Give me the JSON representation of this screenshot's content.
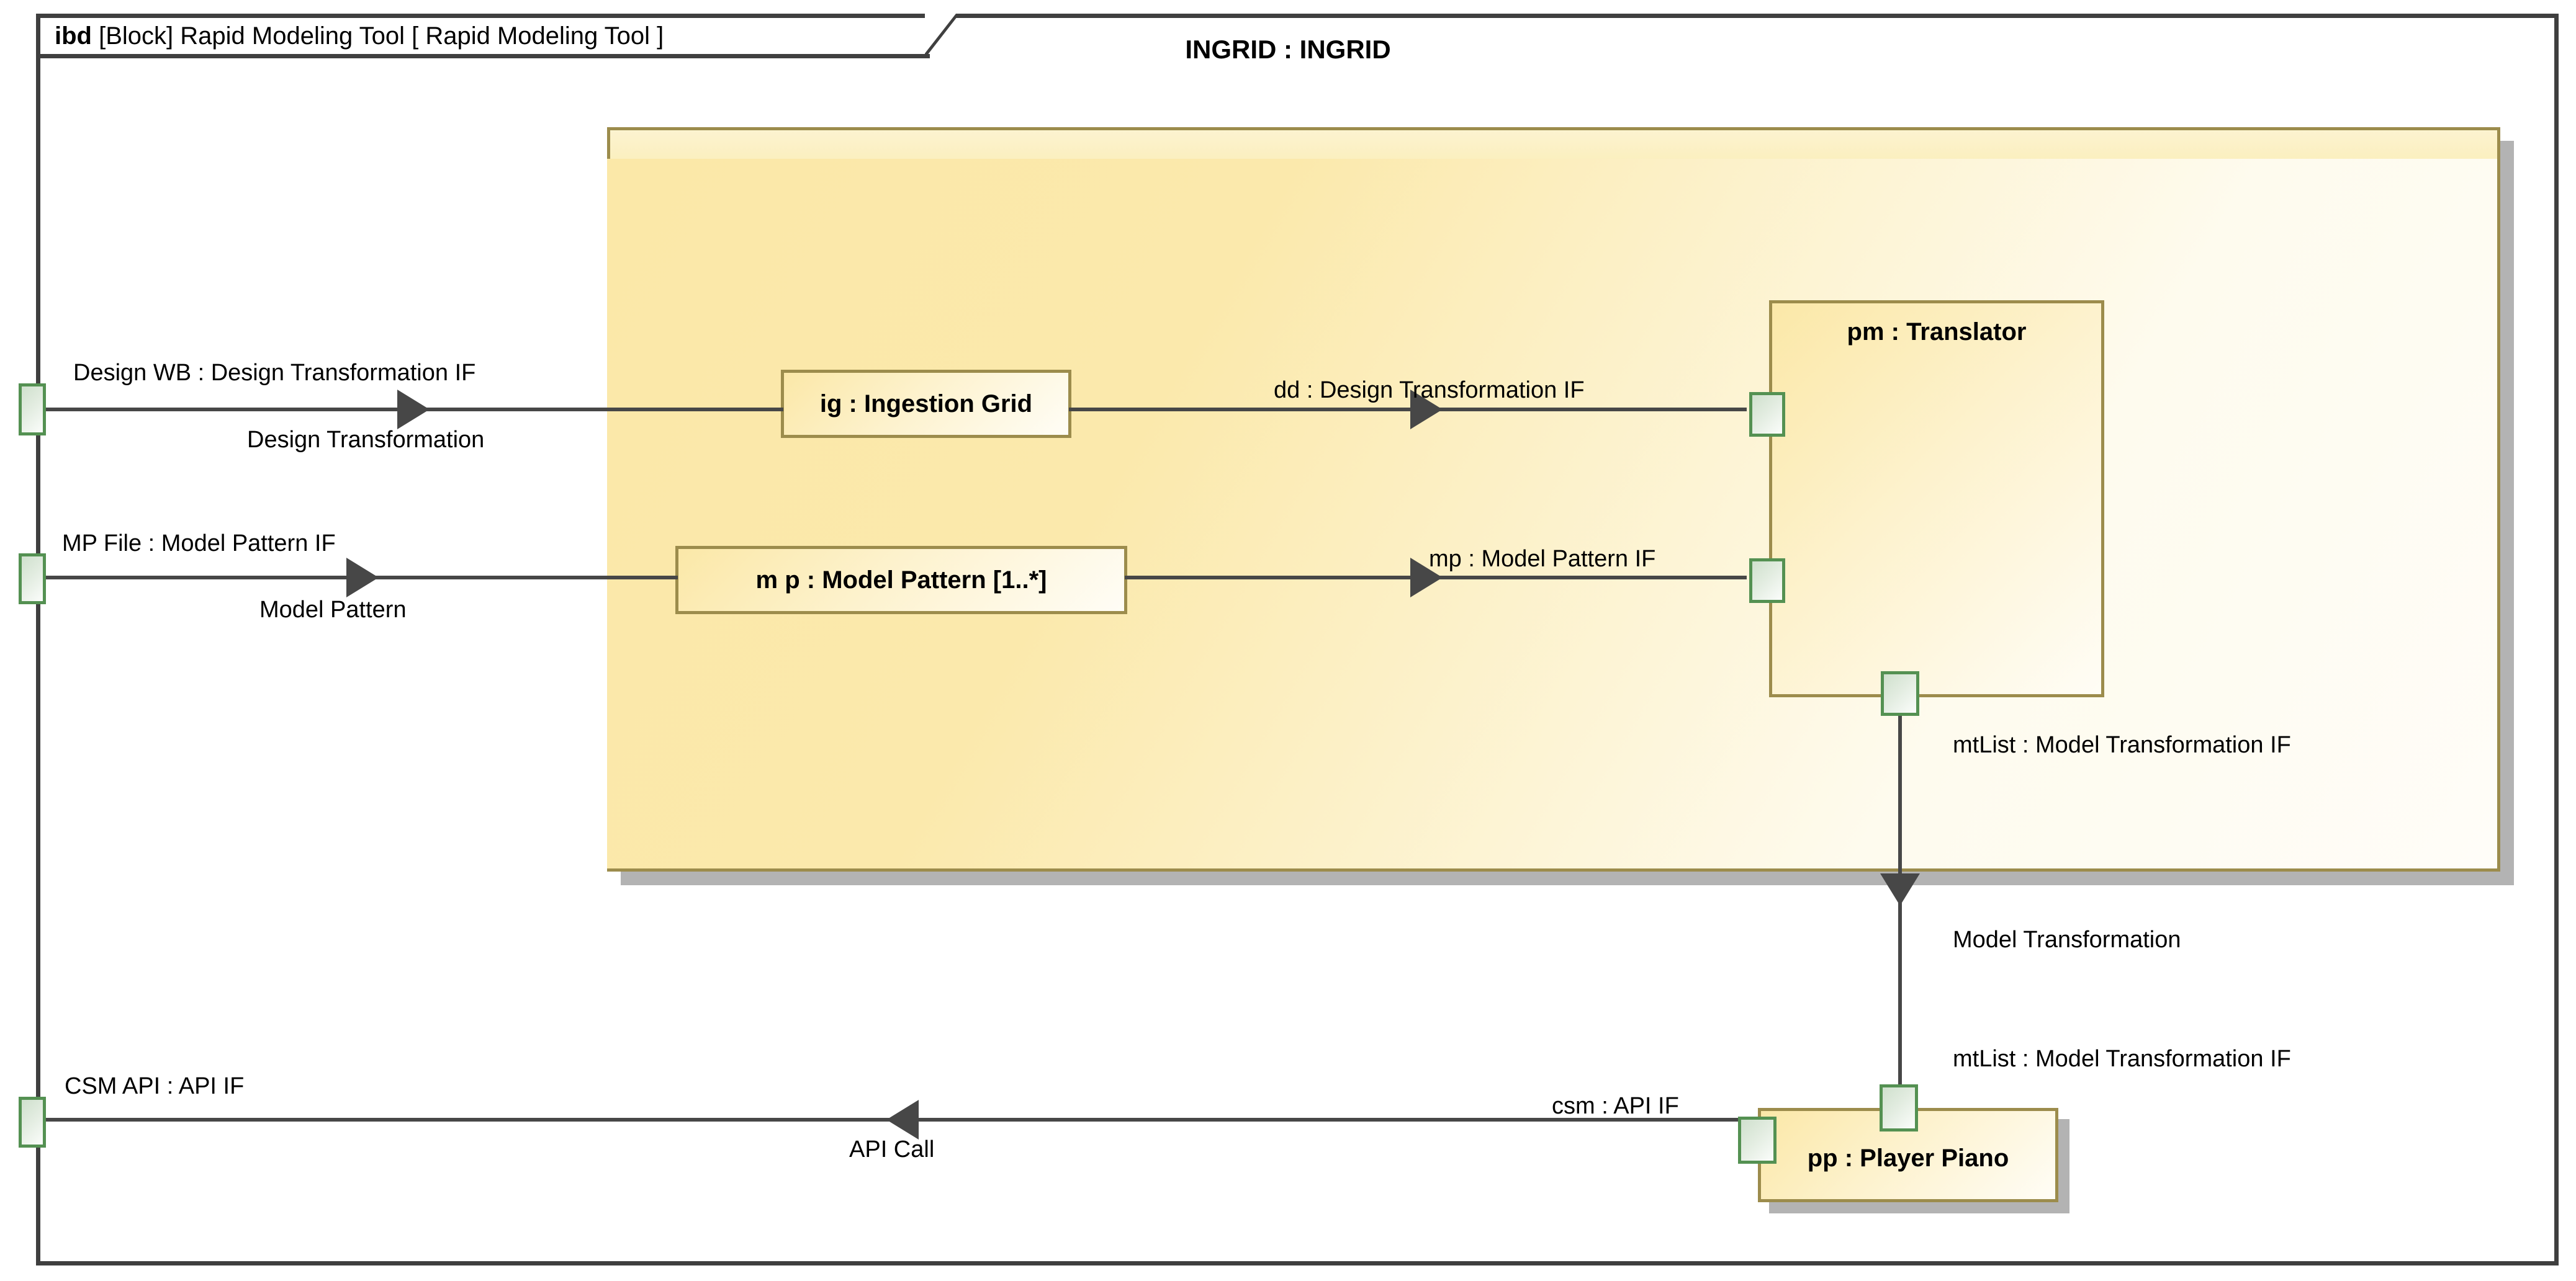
{
  "diagram": {
    "kind": "ibd",
    "frame_label_prefix": "ibd",
    "frame_label_rest": "[Block] Rapid Modeling Tool [ Rapid Modeling Tool ]",
    "colors": {
      "frame_border": "#3f3f3f",
      "block_border": "#9c8c4c",
      "block_fill_start": "#fbe8a8",
      "block_fill_end": "#fffdf6",
      "port_border": "#549152",
      "connector": "#474747",
      "shadow": "#b3b3b3"
    }
  },
  "container": {
    "title": "INGRID : INGRID"
  },
  "parts": [
    {
      "id": "ig",
      "label": "ig : Ingestion Grid"
    },
    {
      "id": "mp",
      "label": "m p : Model Pattern [1..*]"
    },
    {
      "id": "pm",
      "label": "pm : Translator"
    },
    {
      "id": "pp",
      "label": "pp : Player Piano"
    }
  ],
  "boundary_ports": [
    {
      "id": "design-wb",
      "label": "Design WB : Design Transformation IF"
    },
    {
      "id": "mp-file",
      "label": "MP File : Model Pattern IF"
    },
    {
      "id": "csm-api",
      "label": "CSM API : API IF"
    }
  ],
  "connectors": [
    {
      "id": "design-transformation",
      "item_flow": "Design Transformation"
    },
    {
      "id": "model-pattern",
      "item_flow": "Model Pattern"
    },
    {
      "id": "model-transformation",
      "item_flow": "Model Transformation"
    },
    {
      "id": "api-call",
      "item_flow": "API Call"
    }
  ],
  "port_labels": {
    "dd": "dd : Design Transformation IF",
    "mp_if": "mp : Model Pattern IF",
    "mtlist_source": "mtList : Model Transformation IF",
    "mtlist_target": "mtList : Model Transformation IF",
    "csm": "csm : API IF"
  }
}
